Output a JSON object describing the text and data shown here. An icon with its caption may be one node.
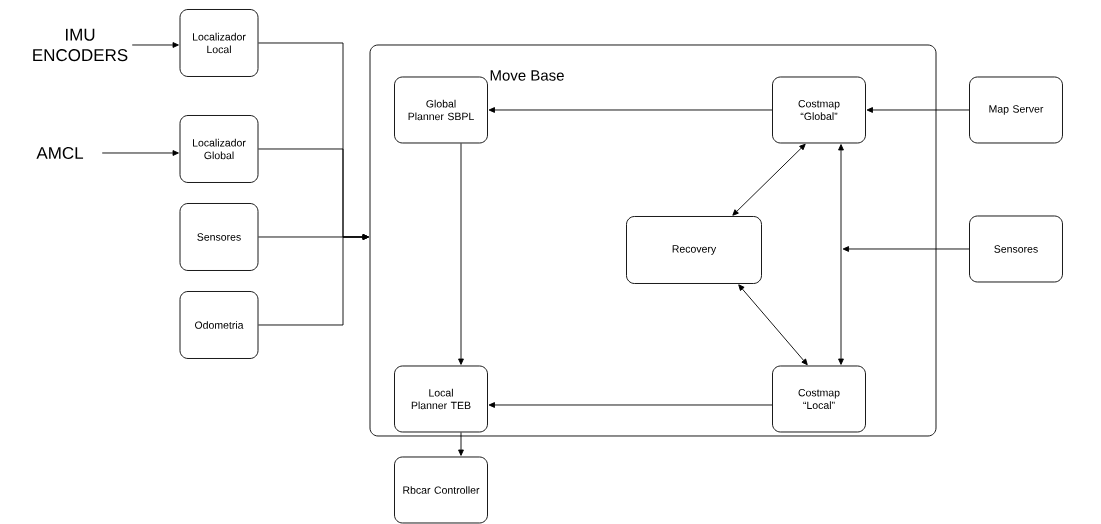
{
  "diagram": {
    "nodes": [
      {
        "text": [
          "IMU ENCODERS"
        ]
      },
      {
        "text": [
          "AMCL"
        ]
      },
      {
        "text": [
          "Localizador Local"
        ]
      },
      {
        "text": [
          "Localizador Global"
        ]
      },
      {
        "text": [
          "Sensores"
        ]
      },
      {
        "text": [
          "Odometria"
        ]
      },
      {
        "text": [
          "Move Base"
        ]
      },
      {
        "text": [
          "Global Planner SBPL"
        ],
        "in": 6
      },
      {
        "text": [
          "Costmap “Global”"
        ],
        "in": 6
      },
      {
        "text": [
          "Recovery"
        ],
        "in": 6
      },
      {
        "text": [
          "Local Planner TEB"
        ],
        "in": 6
      },
      {
        "text": [
          "Costmap “Local”"
        ],
        "in": 6
      },
      {
        "text": [
          "Map Server"
        ]
      },
      {
        "text": [
          "Sensores"
        ]
      },
      {
        "text": [
          "Rbcar Controller"
        ]
      }
    ],
    "edges": [
      {
        "from": 0,
        "to": 2,
        "arrow": "to"
      },
      {
        "from": 1,
        "to": 3,
        "arrow": "to"
      },
      {
        "from": 2,
        "to": 6,
        "arrow": "to"
      },
      {
        "from": 3,
        "to": 6,
        "arrow": "to"
      },
      {
        "from": 4,
        "to": 6,
        "arrow": "to"
      },
      {
        "from": 5,
        "to": 6,
        "arrow": "to"
      },
      {
        "from": 8,
        "to": 7,
        "arrow": "to"
      },
      {
        "from": 12,
        "to": 8,
        "arrow": "to"
      },
      {
        "from": 7,
        "to": 10,
        "arrow": "to"
      },
      {
        "from": 9,
        "to": 8,
        "arrow": "both"
      },
      {
        "from": 9,
        "to": 11,
        "arrow": "both"
      },
      {
        "from": 8,
        "to": 11,
        "arrow": "both"
      },
      {
        "from": 13,
        "to": null,
        "arrow": "to"
      },
      {
        "from": 11,
        "to": 10,
        "arrow": "to"
      },
      {
        "from": 10,
        "to": 14,
        "arrow": "to"
      }
    ]
  }
}
